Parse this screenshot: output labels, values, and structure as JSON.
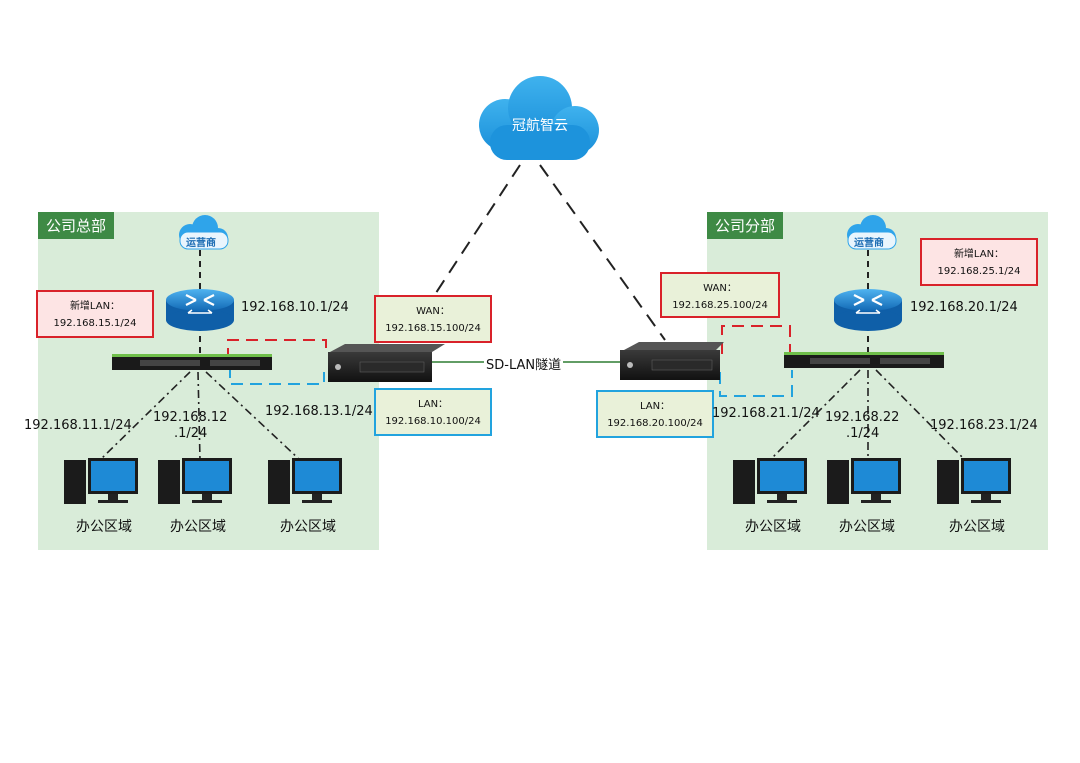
{
  "cloud": {
    "label": "冠航智云"
  },
  "tunnel": {
    "label": "SD-LAN隧道"
  },
  "hq": {
    "title": "公司总部",
    "isp": "运营商",
    "new_lan": {
      "line1": "新增LAN：",
      "line2": "192.168.15.1/24"
    },
    "router_ip": "192.168.10.1/24",
    "wan": {
      "line1": "WAN：",
      "line2": "192.168.15.100/24"
    },
    "lan": {
      "line1": "LAN：",
      "line2": "192.168.10.100/24"
    },
    "vlans": [
      "192.168.11.1/24",
      "192.168.12",
      ".1/24",
      "192.168.13.1/24"
    ],
    "offices": [
      "办公区域",
      "办公区域",
      "办公区域"
    ]
  },
  "branch": {
    "title": "公司分部",
    "isp": "运营商",
    "new_lan": {
      "line1": "新增LAN：",
      "line2": "192.168.25.1/24"
    },
    "router_ip": "192.168.20.1/24",
    "wan": {
      "line1": "WAN：",
      "line2": "192.168.25.100/24"
    },
    "lan": {
      "line1": "LAN：",
      "line2": "192.168.20.100/24"
    },
    "vlans": [
      "192.168.21.1/24",
      "192.168.22",
      ".1/24",
      "192.168.23.1/24"
    ],
    "offices": [
      "办公区域",
      "办公区域",
      "办公区域"
    ]
  },
  "colors": {
    "site_bg": "#d9ecd9",
    "site_title": "#3e8a45",
    "red": "#d9222a",
    "blue": "#22a3de",
    "router": "#1f8fd6"
  }
}
